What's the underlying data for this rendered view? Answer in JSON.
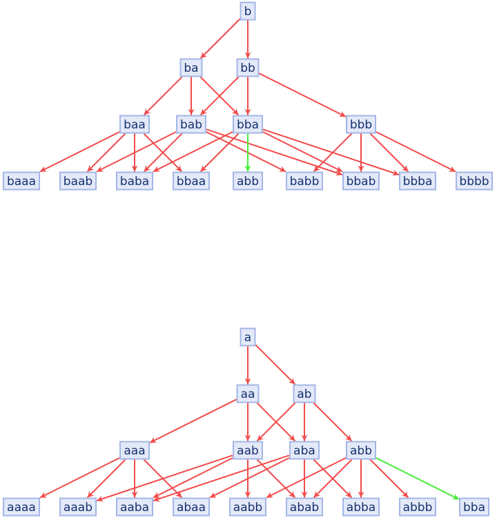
{
  "title": "String substitution multiway graphs",
  "colors": {
    "edge_default": "#f24a4a",
    "edge_highlight": "#44ee33",
    "node_fill": "#e3e9f8",
    "node_stroke": "#a3b6e6",
    "node_text": "#15306e"
  },
  "graphs": [
    {
      "name": "graph-b",
      "levels": [
        [
          "b"
        ],
        [
          "ba",
          "bb"
        ],
        [
          "baa",
          "bab",
          "bba",
          "bbb"
        ],
        [
          "baaa",
          "baab",
          "baba",
          "bbaa",
          "abb",
          "babb",
          "bbab",
          "bbba",
          "bbbb"
        ]
      ],
      "edges": [
        {
          "from": "b",
          "to": "ba"
        },
        {
          "from": "b",
          "to": "bb"
        },
        {
          "from": "ba",
          "to": "baa"
        },
        {
          "from": "ba",
          "to": "bab"
        },
        {
          "from": "ba",
          "to": "bba"
        },
        {
          "from": "bb",
          "to": "bab"
        },
        {
          "from": "bb",
          "to": "bba"
        },
        {
          "from": "bb",
          "to": "bbb"
        },
        {
          "from": "baa",
          "to": "baaa"
        },
        {
          "from": "baa",
          "to": "baab"
        },
        {
          "from": "baa",
          "to": "baba"
        },
        {
          "from": "baa",
          "to": "bbaa"
        },
        {
          "from": "bab",
          "to": "baab"
        },
        {
          "from": "bab",
          "to": "baba"
        },
        {
          "from": "bab",
          "to": "babb"
        },
        {
          "from": "bab",
          "to": "bbab"
        },
        {
          "from": "bba",
          "to": "baba"
        },
        {
          "from": "bba",
          "to": "bbaa"
        },
        {
          "from": "bba",
          "to": "abb",
          "highlight": true
        },
        {
          "from": "bba",
          "to": "bbab"
        },
        {
          "from": "bba",
          "to": "bbba"
        },
        {
          "from": "bbb",
          "to": "babb"
        },
        {
          "from": "bbb",
          "to": "bbab"
        },
        {
          "from": "bbb",
          "to": "bbba"
        },
        {
          "from": "bbb",
          "to": "bbbb"
        }
      ]
    },
    {
      "name": "graph-a",
      "levels": [
        [
          "a"
        ],
        [
          "aa",
          "ab"
        ],
        [
          "aaa",
          "aab",
          "aba",
          "abb"
        ],
        [
          "aaaa",
          "aaab",
          "aaba",
          "abaa",
          "aabb",
          "abab",
          "abba",
          "abbb",
          "bba"
        ]
      ],
      "edges": [
        {
          "from": "a",
          "to": "aa"
        },
        {
          "from": "a",
          "to": "ab"
        },
        {
          "from": "aa",
          "to": "aaa"
        },
        {
          "from": "aa",
          "to": "aab"
        },
        {
          "from": "aa",
          "to": "aba"
        },
        {
          "from": "ab",
          "to": "aab"
        },
        {
          "from": "ab",
          "to": "aba"
        },
        {
          "from": "ab",
          "to": "abb"
        },
        {
          "from": "aaa",
          "to": "aaaa"
        },
        {
          "from": "aaa",
          "to": "aaab"
        },
        {
          "from": "aaa",
          "to": "aaba"
        },
        {
          "from": "aaa",
          "to": "abaa"
        },
        {
          "from": "aab",
          "to": "aaab"
        },
        {
          "from": "aab",
          "to": "aaba"
        },
        {
          "from": "aab",
          "to": "aabb"
        },
        {
          "from": "aab",
          "to": "abab"
        },
        {
          "from": "aba",
          "to": "aaba"
        },
        {
          "from": "aba",
          "to": "abaa"
        },
        {
          "from": "aba",
          "to": "abab"
        },
        {
          "from": "aba",
          "to": "abba"
        },
        {
          "from": "abb",
          "to": "aabb"
        },
        {
          "from": "abb",
          "to": "abab"
        },
        {
          "from": "abb",
          "to": "abba"
        },
        {
          "from": "abb",
          "to": "abbb"
        },
        {
          "from": "abb",
          "to": "bba",
          "highlight": true
        }
      ]
    }
  ]
}
